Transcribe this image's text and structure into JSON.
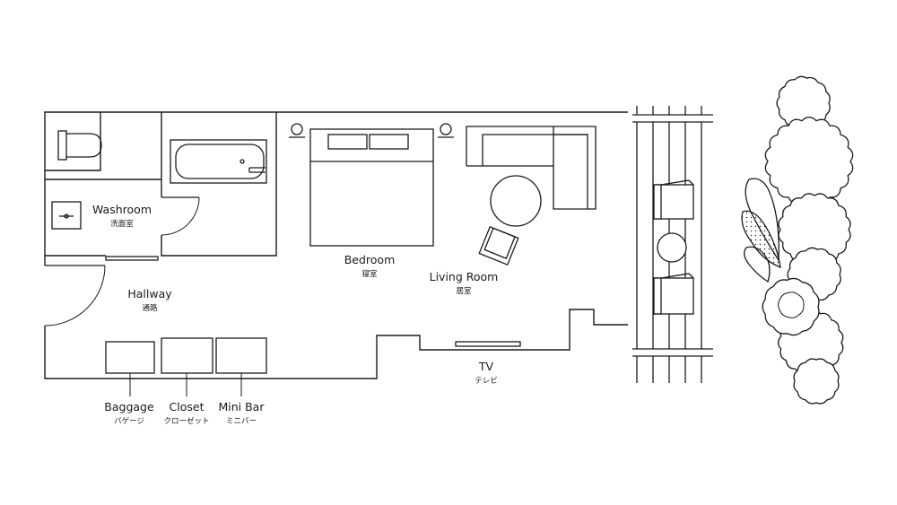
{
  "rooms": {
    "washroom": {
      "en": "Washroom",
      "ja": "洗面室"
    },
    "bedroom": {
      "en": "Bedroom",
      "ja": "寝室"
    },
    "living_room": {
      "en": "Living Room",
      "ja": "居室"
    },
    "hallway": {
      "en": "Hallway",
      "ja": "通路"
    },
    "tv": {
      "en": "TV",
      "ja": "テレビ"
    },
    "baggage": {
      "en": "Baggage",
      "ja": "バゲージ"
    },
    "closet": {
      "en": "Closet",
      "ja": "クローゼット"
    },
    "mini_bar": {
      "en": "Mini Bar",
      "ja": "ミニバー"
    }
  },
  "colors": {
    "line": "#1a1a1a",
    "background": "#ffffff"
  }
}
